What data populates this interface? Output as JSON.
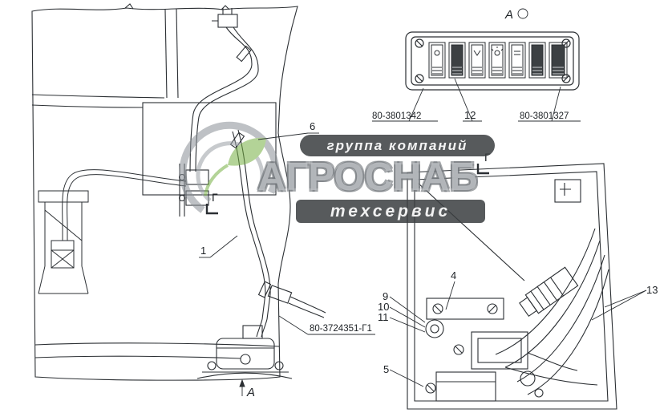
{
  "watermark": {
    "top": "группа компаний",
    "brand": "АГРОСНАБ",
    "bottom": "техсервис"
  },
  "views": {
    "top_marker": "A",
    "bottom_marker": "A",
    "section_left": "Г",
    "section_right": "Г"
  },
  "parts": {
    "switch_panel_left": "80-3801342",
    "switch_panel_right": "80-3801327",
    "harness": "80-3724351-Г1"
  },
  "callouts": {
    "c1": "1",
    "c4": "4",
    "c5": "5",
    "c6": "6",
    "c9": "9",
    "c10": "10",
    "c11": "11",
    "c12": "12",
    "c13": "13"
  },
  "colors": {
    "line": "#2b2f33",
    "leaf_green": "#76b043",
    "watermark_gray": "#9aa0a6"
  }
}
